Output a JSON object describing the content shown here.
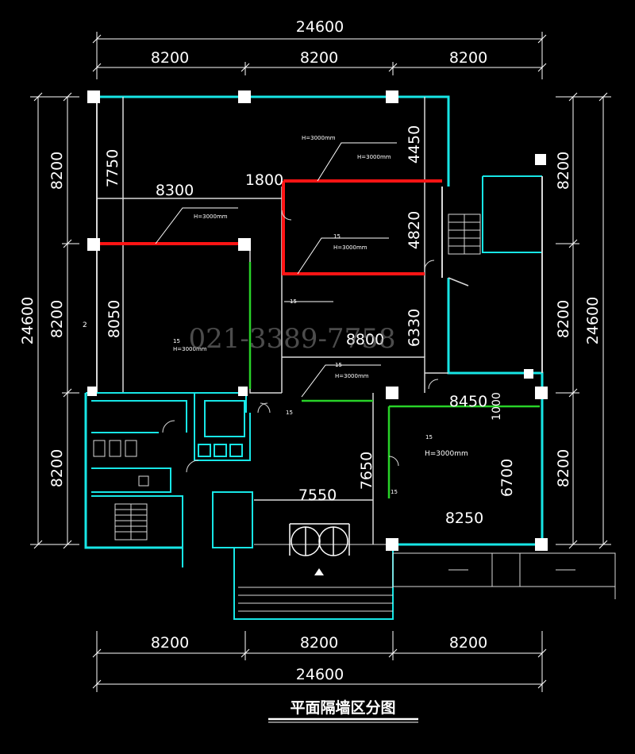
{
  "colors": {
    "background": "#000000",
    "dimension_line": "#ffffff",
    "wall_white": "#d9d9d9",
    "wall_cyan": "#17e6e6",
    "wall_red": "#ff1414",
    "wall_green": "#28d228",
    "column": "#ffffff"
  },
  "dimensions": {
    "top_total": "24600",
    "top_bays": [
      "8200",
      "8200",
      "8200"
    ],
    "bottom_total": "24600",
    "bottom_bays": [
      "8200",
      "8200",
      "8200"
    ],
    "left_total": "24600",
    "left_bays": [
      "8200",
      "8200",
      "8200"
    ],
    "right_total": "24600",
    "right_bays": [
      "8200",
      "8200",
      "8200"
    ]
  },
  "interior_dims": {
    "d7750": "7750",
    "d8300": "8300",
    "d1800": "1800",
    "d4450": "4450",
    "d4820": "4820",
    "d8050": "8050",
    "d8800": "8800",
    "d6330": "6330",
    "d8450": "8450",
    "d1000": "1000",
    "d7550": "7550",
    "d7650": "7650",
    "d6700": "6700",
    "d8250": "8250"
  },
  "annotations": {
    "h3000_a": "H=3000mm",
    "h3000_b": "H=3000mm",
    "h3000_c": "H=3000mm",
    "h3000_d": "H=3000mm",
    "h3000_e": "H=3000mm",
    "h3000_f": "H=3000mm",
    "h3000_g": "H=3000mm",
    "mark15_a": "15",
    "mark15_b": "15",
    "mark15_c": "15",
    "mark15_d": "15",
    "mark15_e": "15",
    "mark15_f": "15",
    "mark15_g": "15",
    "label_2": "2"
  },
  "watermark": "021-3389-7758",
  "drawing_title": "平面隔墙区分图"
}
